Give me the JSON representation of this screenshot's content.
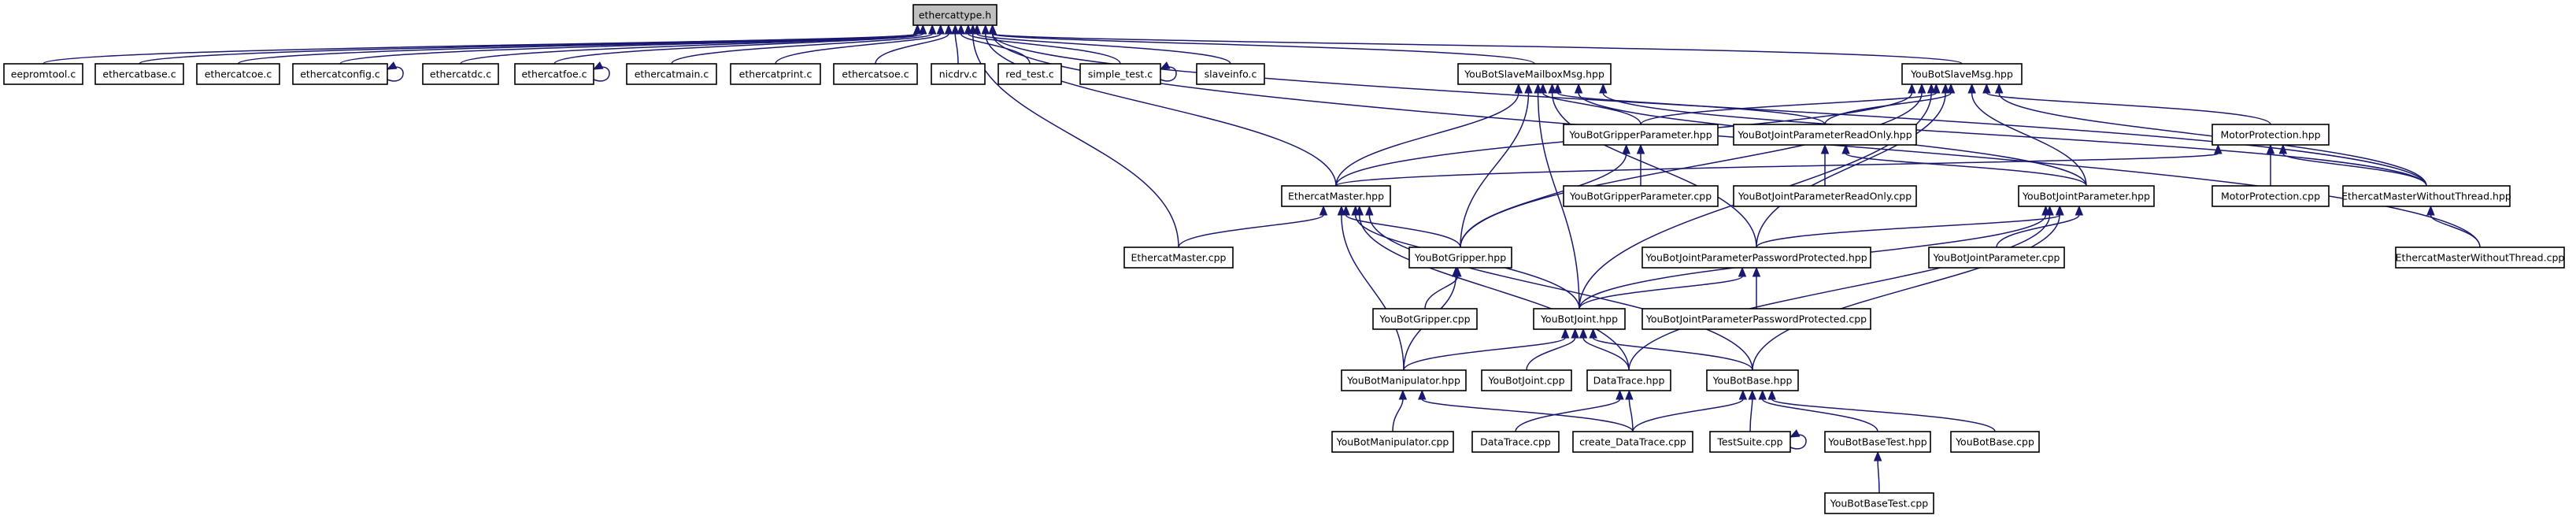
{
  "nodes": [
    {
      "id": "ethercattype_h",
      "label": "ethercattype.h"
    },
    {
      "id": "eepromtool_c",
      "label": "eepromtool.c"
    },
    {
      "id": "ethercatbase_c",
      "label": "ethercatbase.c"
    },
    {
      "id": "ethercatcoe_c",
      "label": "ethercatcoe.c"
    },
    {
      "id": "ethercatconfig_c",
      "label": "ethercatconfig.c"
    },
    {
      "id": "ethercatdc_c",
      "label": "ethercatdc.c"
    },
    {
      "id": "ethercatfoe_c",
      "label": "ethercatfoe.c"
    },
    {
      "id": "ethercatmain_c",
      "label": "ethercatmain.c"
    },
    {
      "id": "ethercatprint_c",
      "label": "ethercatprint.c"
    },
    {
      "id": "ethercatsoe_c",
      "label": "ethercatsoe.c"
    },
    {
      "id": "nicdrv_c",
      "label": "nicdrv.c"
    },
    {
      "id": "red_test_c",
      "label": "red_test.c"
    },
    {
      "id": "simple_test_c",
      "label": "simple_test.c"
    },
    {
      "id": "slaveinfo_c",
      "label": "slaveinfo.c"
    },
    {
      "id": "YouBotSlaveMailboxMsg_hpp",
      "label": "YouBotSlaveMailboxMsg.hpp"
    },
    {
      "id": "YouBotSlaveMsg_hpp",
      "label": "YouBotSlaveMsg.hpp"
    },
    {
      "id": "YouBotGripperParameter_hpp",
      "label": "YouBotGripperParameter.hpp"
    },
    {
      "id": "YouBotJointParameterReadOnly_hpp",
      "label": "YouBotJointParameterReadOnly.hpp"
    },
    {
      "id": "MotorProtection_hpp",
      "label": "MotorProtection.hpp"
    },
    {
      "id": "EthercatMaster_hpp",
      "label": "EthercatMaster.hpp"
    },
    {
      "id": "YouBotGripperParameter_cpp",
      "label": "YouBotGripperParameter.cpp"
    },
    {
      "id": "YouBotJointParameterReadOnly_cpp",
      "label": "YouBotJointParameterReadOnly.cpp"
    },
    {
      "id": "YouBotJointParameter_hpp",
      "label": "YouBotJointParameter.hpp"
    },
    {
      "id": "MotorProtection_cpp",
      "label": "MotorProtection.cpp"
    },
    {
      "id": "EthercatMasterWithoutThread_hpp",
      "label": "EthercatMasterWithoutThread.hpp"
    },
    {
      "id": "EthercatMaster_cpp",
      "label": "EthercatMaster.cpp"
    },
    {
      "id": "YouBotGripper_hpp",
      "label": "YouBotGripper.hpp"
    },
    {
      "id": "YouBotJointParameterPasswordProtected_hpp",
      "label": "YouBotJointParameterPasswordProtected.hpp"
    },
    {
      "id": "YouBotJointParameter_cpp",
      "label": "YouBotJointParameter.cpp"
    },
    {
      "id": "EthercatMasterWithoutThread_cpp",
      "label": "EthercatMasterWithoutThread.cpp"
    },
    {
      "id": "YouBotGripper_cpp",
      "label": "YouBotGripper.cpp"
    },
    {
      "id": "YouBotJoint_hpp",
      "label": "YouBotJoint.hpp"
    },
    {
      "id": "YouBotJointParameterPasswordProtected_cpp",
      "label": "YouBotJointParameterPasswordProtected.cpp"
    },
    {
      "id": "YouBotManipulator_hpp",
      "label": "YouBotManipulator.hpp"
    },
    {
      "id": "YouBotJoint_cpp",
      "label": "YouBotJoint.cpp"
    },
    {
      "id": "DataTrace_hpp",
      "label": "DataTrace.hpp"
    },
    {
      "id": "YouBotBase_hpp",
      "label": "YouBotBase.hpp"
    },
    {
      "id": "YouBotManipulator_cpp",
      "label": "YouBotManipulator.cpp"
    },
    {
      "id": "DataTrace_cpp",
      "label": "DataTrace.cpp"
    },
    {
      "id": "create_DataTrace_cpp",
      "label": "create_DataTrace.cpp"
    },
    {
      "id": "TestSuite_cpp",
      "label": "TestSuite.cpp"
    },
    {
      "id": "YouBotBaseTest_hpp",
      "label": "YouBotBaseTest.hpp"
    },
    {
      "id": "YouBotBase_cpp",
      "label": "YouBotBase.cpp"
    },
    {
      "id": "YouBotBaseTest_cpp",
      "label": "YouBotBaseTest.cpp"
    }
  ],
  "edges": [
    [
      "eepromtool_c",
      "ethercattype_h"
    ],
    [
      "ethercatbase_c",
      "ethercattype_h"
    ],
    [
      "ethercatcoe_c",
      "ethercattype_h"
    ],
    [
      "ethercatconfig_c",
      "ethercattype_h"
    ],
    [
      "ethercatconfig_c",
      "ethercatconfig_c"
    ],
    [
      "ethercatdc_c",
      "ethercattype_h"
    ],
    [
      "ethercatfoe_c",
      "ethercattype_h"
    ],
    [
      "ethercatfoe_c",
      "ethercatfoe_c"
    ],
    [
      "ethercatmain_c",
      "ethercattype_h"
    ],
    [
      "ethercatprint_c",
      "ethercattype_h"
    ],
    [
      "ethercatsoe_c",
      "ethercattype_h"
    ],
    [
      "nicdrv_c",
      "ethercattype_h"
    ],
    [
      "red_test_c",
      "ethercattype_h"
    ],
    [
      "simple_test_c",
      "ethercattype_h"
    ],
    [
      "simple_test_c",
      "simple_test_c"
    ],
    [
      "slaveinfo_c",
      "ethercattype_h"
    ],
    [
      "YouBotSlaveMailboxMsg_hpp",
      "ethercattype_h"
    ],
    [
      "YouBotSlaveMsg_hpp",
      "ethercattype_h"
    ],
    [
      "EthercatMaster_hpp",
      "ethercattype_h"
    ],
    [
      "EthercatMaster_cpp",
      "ethercattype_h"
    ],
    [
      "EthercatMasterWithoutThread_hpp",
      "ethercattype_h"
    ],
    [
      "EthercatMasterWithoutThread_cpp",
      "ethercattype_h"
    ],
    [
      "YouBotGripperParameter_hpp",
      "YouBotSlaveMailboxMsg_hpp"
    ],
    [
      "YouBotJointParameterReadOnly_hpp",
      "YouBotSlaveMailboxMsg_hpp"
    ],
    [
      "YouBotJointParameter_hpp",
      "YouBotSlaveMailboxMsg_hpp"
    ],
    [
      "EthercatMaster_hpp",
      "YouBotSlaveMailboxMsg_hpp"
    ],
    [
      "YouBotGripper_hpp",
      "YouBotSlaveMailboxMsg_hpp"
    ],
    [
      "YouBotJointParameterPasswordProtected_hpp",
      "YouBotSlaveMailboxMsg_hpp"
    ],
    [
      "YouBotJoint_hpp",
      "YouBotSlaveMailboxMsg_hpp"
    ],
    [
      "EthercatMasterWithoutThread_hpp",
      "YouBotSlaveMailboxMsg_hpp"
    ],
    [
      "YouBotGripperParameter_hpp",
      "YouBotSlaveMsg_hpp"
    ],
    [
      "YouBotJointParameterReadOnly_hpp",
      "YouBotSlaveMsg_hpp"
    ],
    [
      "MotorProtection_hpp",
      "YouBotSlaveMsg_hpp"
    ],
    [
      "EthercatMaster_hpp",
      "YouBotSlaveMsg_hpp"
    ],
    [
      "YouBotJointParameter_hpp",
      "YouBotSlaveMsg_hpp"
    ],
    [
      "EthercatMasterWithoutThread_hpp",
      "YouBotSlaveMsg_hpp"
    ],
    [
      "YouBotGripper_hpp",
      "YouBotSlaveMsg_hpp"
    ],
    [
      "YouBotJointParameterPasswordProtected_hpp",
      "YouBotSlaveMsg_hpp"
    ],
    [
      "YouBotJoint_hpp",
      "YouBotSlaveMsg_hpp"
    ],
    [
      "YouBotGripperParameter_cpp",
      "YouBotGripperParameter_hpp"
    ],
    [
      "YouBotGripper_hpp",
      "YouBotGripperParameter_hpp"
    ],
    [
      "YouBotJointParameterReadOnly_cpp",
      "YouBotJointParameterReadOnly_hpp"
    ],
    [
      "YouBotJointParameter_hpp",
      "YouBotJointParameterReadOnly_hpp"
    ],
    [
      "MotorProtection_cpp",
      "MotorProtection_hpp"
    ],
    [
      "EthercatMaster_hpp",
      "MotorProtection_hpp"
    ],
    [
      "EthercatMasterWithoutThread_hpp",
      "MotorProtection_hpp"
    ],
    [
      "EthercatMasterWithoutThread_cpp",
      "EthercatMasterWithoutThread_hpp"
    ],
    [
      "EthercatMaster_cpp",
      "EthercatMaster_hpp"
    ],
    [
      "YouBotGripper_hpp",
      "EthercatMaster_hpp"
    ],
    [
      "YouBotJoint_hpp",
      "EthercatMaster_hpp"
    ],
    [
      "YouBotManipulator_hpp",
      "EthercatMaster_hpp"
    ],
    [
      "DataTrace_hpp",
      "EthercatMaster_hpp"
    ],
    [
      "YouBotBase_hpp",
      "EthercatMaster_hpp"
    ],
    [
      "YouBotJointParameter_cpp",
      "YouBotJointParameter_hpp"
    ],
    [
      "YouBotJointParameterPasswordProtected_hpp",
      "YouBotJointParameter_hpp"
    ],
    [
      "YouBotJoint_hpp",
      "YouBotJointParameter_hpp"
    ],
    [
      "DataTrace_hpp",
      "YouBotJointParameter_hpp"
    ],
    [
      "YouBotBase_hpp",
      "YouBotJointParameter_hpp"
    ],
    [
      "YouBotGripper_cpp",
      "YouBotGripper_hpp"
    ],
    [
      "YouBotManipulator_hpp",
      "YouBotGripper_hpp"
    ],
    [
      "YouBotJointParameterPasswordProtected_cpp",
      "YouBotJointParameterPasswordProtected_hpp"
    ],
    [
      "YouBotJoint_hpp",
      "YouBotJointParameterPasswordProtected_hpp"
    ],
    [
      "YouBotManipulator_hpp",
      "YouBotJoint_hpp"
    ],
    [
      "YouBotJoint_cpp",
      "YouBotJoint_hpp"
    ],
    [
      "DataTrace_hpp",
      "YouBotJoint_hpp"
    ],
    [
      "YouBotBase_hpp",
      "YouBotJoint_hpp"
    ],
    [
      "YouBotManipulator_cpp",
      "YouBotManipulator_hpp"
    ],
    [
      "create_DataTrace_cpp",
      "YouBotManipulator_hpp"
    ],
    [
      "DataTrace_cpp",
      "DataTrace_hpp"
    ],
    [
      "create_DataTrace_cpp",
      "DataTrace_hpp"
    ],
    [
      "create_DataTrace_cpp",
      "YouBotBase_hpp"
    ],
    [
      "TestSuite_cpp",
      "YouBotBase_hpp"
    ],
    [
      "TestSuite_cpp",
      "TestSuite_cpp"
    ],
    [
      "YouBotBaseTest_hpp",
      "YouBotBase_hpp"
    ],
    [
      "YouBotBase_cpp",
      "YouBotBase_hpp"
    ],
    [
      "YouBotBaseTest_cpp",
      "YouBotBaseTest_hpp"
    ]
  ]
}
